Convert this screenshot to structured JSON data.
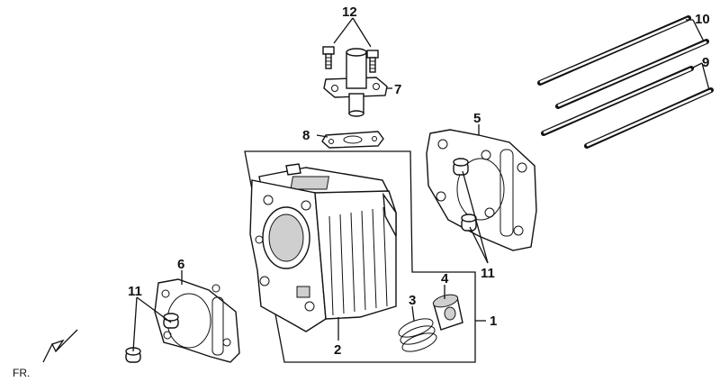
{
  "labels": {
    "p1": "1",
    "p2": "2",
    "p3": "3",
    "p4": "4",
    "p5": "5",
    "p6": "6",
    "p7": "7",
    "p8": "8",
    "p9": "9",
    "p10": "10",
    "p11a": "11",
    "p11b": "11",
    "p12": "12"
  },
  "direction": {
    "text": "FR."
  }
}
